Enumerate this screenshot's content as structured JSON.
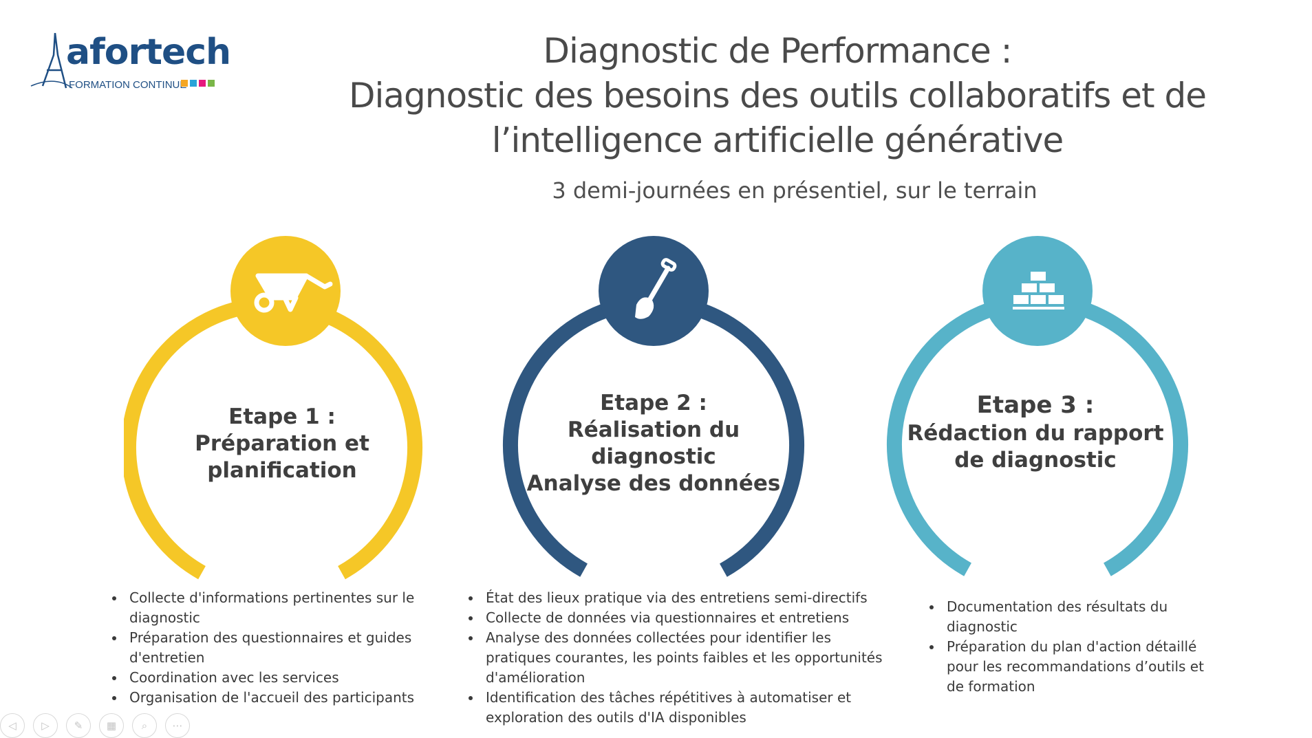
{
  "logo": {
    "name": "afortech",
    "tagline": "FORMATION CONTINUE",
    "squares": [
      "#f5a623",
      "#29a3d8",
      "#e6197e",
      "#7ab648"
    ]
  },
  "title": {
    "line1": "Diagnostic de Performance :",
    "line2": "Diagnostic des besoins des outils collaboratifs et de",
    "line3": "l’intelligence artificielle générative"
  },
  "subtitle": "3 demi-journées en présentiel, sur le terrain",
  "colors": {
    "stage1": "#f5c727",
    "stage2": "#2f5780",
    "stage3": "#57b3c9"
  },
  "stages": [
    {
      "icon": "wheelbarrow-icon",
      "label": [
        "Etape 1 :",
        "Préparation et",
        "planification"
      ],
      "bullets": [
        "Collecte d'informations pertinentes sur le diagnostic",
        "Préparation des questionnaires et guides d'entretien",
        "Coordination avec les services",
        "Organisation de l'accueil des participants"
      ]
    },
    {
      "icon": "shovel-icon",
      "label": [
        "Etape 2 :",
        "Réalisation du",
        "diagnostic",
        "Analyse des données"
      ],
      "bullets": [
        "État des lieux pratique via des entretiens semi-directifs",
        "Collecte de données via questionnaires et entretiens",
        "Analyse des données collectées pour identifier les pratiques courantes, les points faibles et les opportunités d'amélioration",
        "Identification des tâches répétitives à automatiser et exploration des outils d'IA disponibles"
      ]
    },
    {
      "icon": "bricks-icon",
      "label": [
        "Etape 3 :",
        "Rédaction du rapport",
        "de diagnostic"
      ],
      "bullets": [
        "Documentation des résultats du diagnostic",
        " Préparation du plan d'action détaillé pour les recommandations d’outils et de formation"
      ]
    }
  ],
  "toolbar": [
    "previous-icon",
    "next-icon",
    "pen-icon",
    "slides-icon",
    "zoom-icon",
    "more-icon"
  ]
}
